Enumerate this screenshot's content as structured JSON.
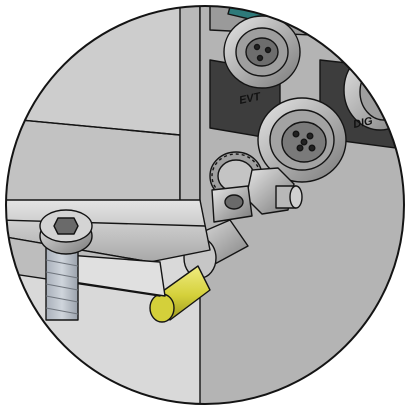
{
  "figure": {
    "labels": {
      "port_left": "EVT",
      "port_right": "DIG"
    },
    "components": [
      "device-housing",
      "mounting-rail",
      "socket-head-cap-screw",
      "m12-connector-upper",
      "m12-connector-lower",
      "m12-connector-right",
      "ground-stud",
      "serrated-lock-washer",
      "hex-nut",
      "ring-cable-lug",
      "ground-wire"
    ],
    "colors": {
      "housing_wall": "#cdcdcd",
      "housing_side": "#a9a9a9",
      "panel_dark": "#3d3d3d",
      "accent_teal": "#2e7a7a",
      "connector_metal": "#b4b4b4",
      "wire_yellow": "#d4d03a",
      "outline": "#141414"
    }
  }
}
